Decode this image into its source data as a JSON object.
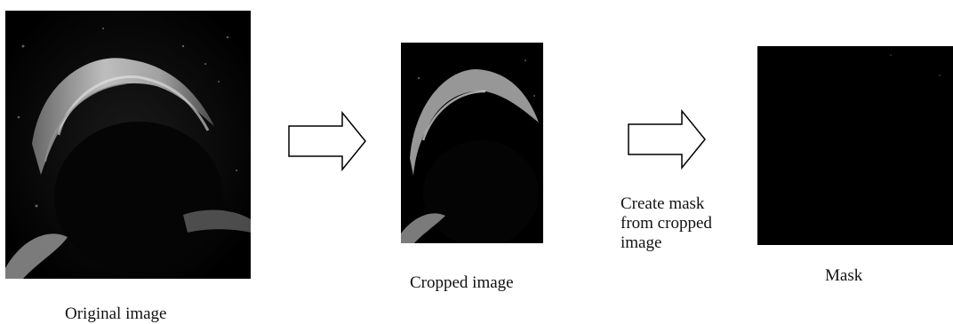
{
  "figure": {
    "stages": [
      {
        "caption": "Original image"
      },
      {
        "caption": "Cropped image"
      },
      {
        "caption": "Mask"
      }
    ],
    "step_labels": [
      "Create mask from cropped image"
    ]
  }
}
